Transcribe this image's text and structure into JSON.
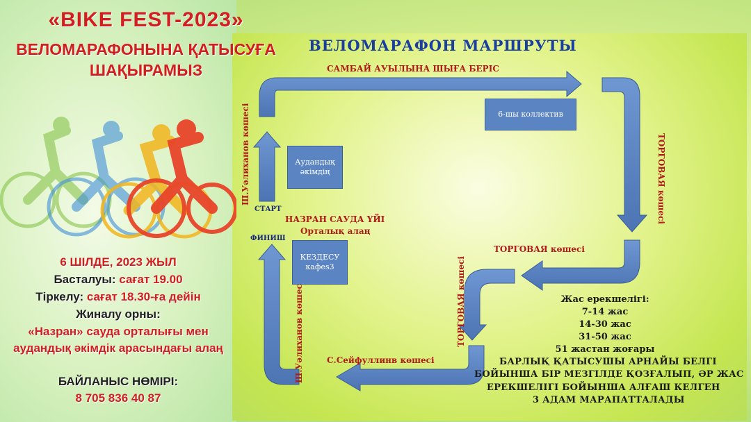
{
  "left": {
    "title": "«BIKE FEST-2023»",
    "subtitle_line1": "ВЕЛОМАРАФОНЫНА ҚАТЫСУҒА",
    "subtitle_line2": "ШАҚЫРАМЫЗ",
    "date": "6 ШІЛДЕ, 2023 ЖЫЛ",
    "start_label": "Басталуы: ",
    "start_value": "сағат 19.00",
    "reg_label": "Тіркелу: ",
    "reg_value": "сағат 18.30-ға дейін",
    "gather_label": "Жиналу орны:",
    "gather_line1": "«Назран» сауда орталығы мен",
    "gather_line2": "аудандық әкімдік арасындағы алаң",
    "contact_label": "БАЙЛАНЫС НӨМІРІ:",
    "contact_phone": "8 705 836 40 87"
  },
  "map": {
    "title": "ВЕЛОМАРАФОН  МАРШРУТЫ",
    "top_road": "САМБАЙ АУЫЛЫНА ШЫҒА БЕРІС",
    "left_road_top": "Ш.Уәлиханов көшесі",
    "left_road_bottom": "Ш.Уәлиханов көшесі",
    "right_road_top": "ТОРГОВАЯ  көшесі",
    "mid_road_h": "ТОРГОВАЯ  көшесі",
    "mid_road_v": "ТОРГОВАЯ  көшесі",
    "bottom_road": "С.Сейфуллинв көшесі",
    "start": "СТАРТ",
    "finish": "ФИНИШ",
    "nazran_line1": "НАЗРАН САУДА ҮЙІ",
    "nazran_line2": "Орталық алаң",
    "box_akimdik_1": "Аудандық",
    "box_akimdik_2": "әкімдің",
    "box_kollektiv": "6-шы коллектив",
    "box_kezdesu_1": "КЕЗДЕСУ",
    "box_kezdesu_2": "кафеѕ3"
  },
  "ages": {
    "heading": "Жас ерекшелігі:",
    "groups": [
      "7-14 жас",
      "14-30 жас",
      "31-50 жас",
      "51 жастан жоғары"
    ]
  },
  "award": {
    "line1": "БАРЛЫҚ ҚАТЫСУШЫ АРНАЙЫ БЕЛГІ",
    "line2": "БОЙЫНША БІР МЕЗГІЛДЕ ҚОЗҒАЛЫП, ӘР ЖАС",
    "line3": "ЕРЕКШЕЛІГІ БОЙЫНША АЛҒАШ КЕЛГЕН",
    "line4": "3 АДАМ МАРАПАТТАЛАДЫ"
  },
  "colors": {
    "accent_red": "#d21e1e",
    "arrow_blue": "#5b84c2",
    "title_blue": "#1b3f9e"
  }
}
